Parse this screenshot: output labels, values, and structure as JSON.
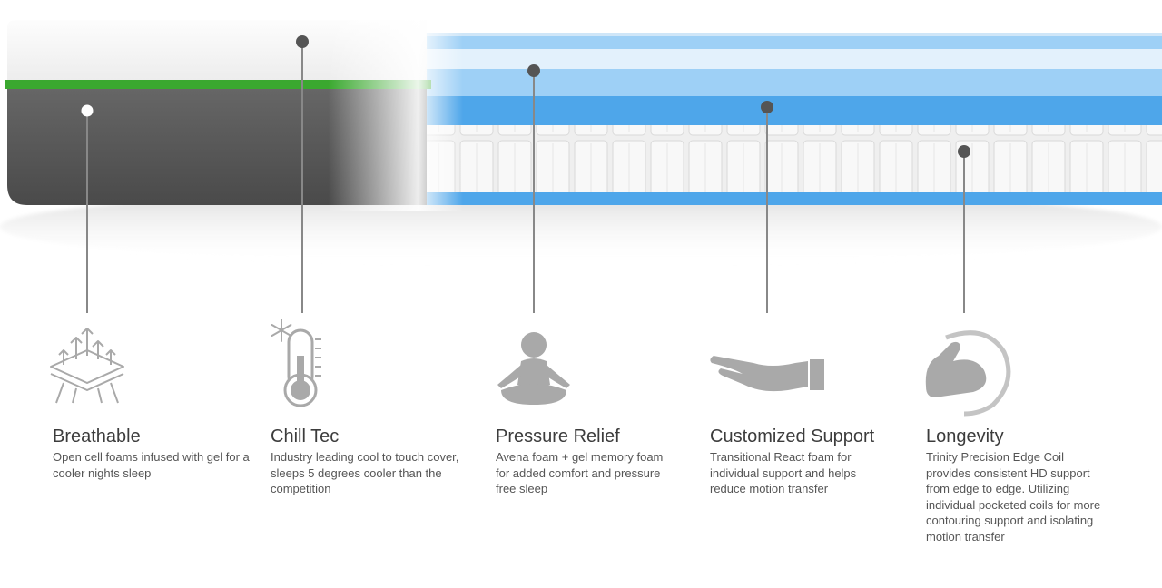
{
  "colors": {
    "cover": "#f8f8f8",
    "trim_green": "#3aa82f",
    "base_gray": "#555555",
    "foam_blue": "#4ea6ea",
    "foam_blue_light": "#9ed0f6",
    "coil": "#eeeeee",
    "icon_gray": "#a9a9a9",
    "callout_line": "#888888",
    "callout_dot": "#555555",
    "text_dark": "#3c3c3c",
    "text_body": "#555555"
  },
  "icons": {
    "breathable": "breathable-layers-icon",
    "chill": "thermometer-snowflake-icon",
    "pressure": "meditation-figure-icon",
    "support": "supporting-hand-icon",
    "longevity": "flexed-arm-icon"
  },
  "features": [
    {
      "title": "Breathable",
      "description": "Open cell foams infused with gel for a cooler nights sleep"
    },
    {
      "title": "Chill Tec",
      "description": "Industry leading cool to touch cover, sleeps 5 degrees cooler than the competition"
    },
    {
      "title": "Pressure Relief",
      "description": "Avena foam + gel memory foam for added comfort and pressure free sleep"
    },
    {
      "title": "Customized Support",
      "description": "Transitional React foam for individual support and helps reduce motion transfer"
    },
    {
      "title": "Longevity",
      "description": "Trinity Precision Edge Coil provides consistent HD support from edge to edge. Utilizing individual pocketed coils for more contouring support and isolating motion transfer"
    }
  ]
}
